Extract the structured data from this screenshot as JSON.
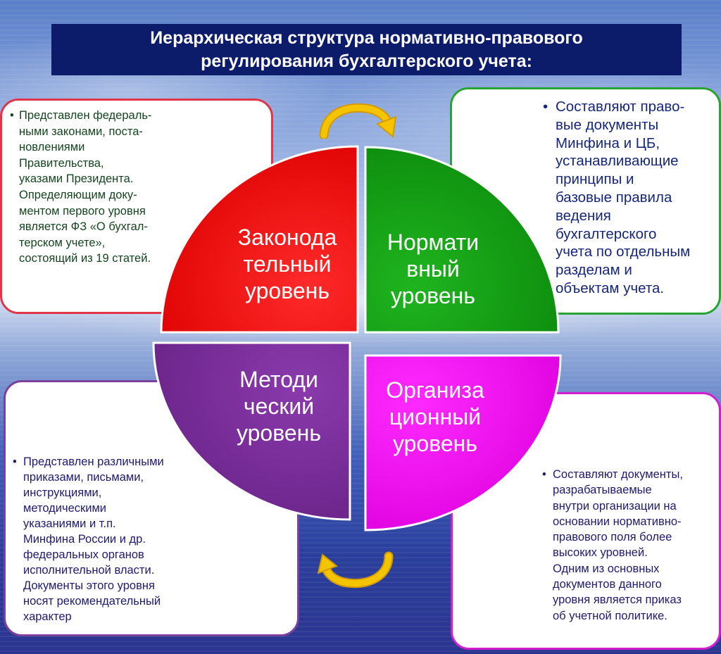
{
  "title": {
    "line1": "Иерархическая структура нормативно-правового",
    "line2": "регулирования бухгалтерского учета:"
  },
  "quadrants": {
    "legislative": {
      "label_lines": [
        "Законода",
        "тельный",
        "уровень"
      ],
      "color": "#f01010"
    },
    "normative": {
      "label_lines": [
        "Нормати",
        "вный",
        "уровень"
      ],
      "color": "#12a012"
    },
    "methodical": {
      "label_lines": [
        "Методи",
        "ческий",
        "уровень"
      ],
      "color": "#7a2f98"
    },
    "organizational": {
      "label_lines": [
        "Организа",
        "ционный",
        "уровень"
      ],
      "color": "#ee10ee"
    }
  },
  "boxes": {
    "legislative": {
      "lines": [
        "Представлен федераль-",
        "ными законами, поста-",
        "новлениями",
        "Правительства,",
        "указами Президента.",
        "Определяющим доку-",
        "ментом первого уровня",
        "является ФЗ «О бухгал-",
        "терском учете»,",
        "состоящий из 19 статей."
      ]
    },
    "normative": {
      "lines": [
        "Составляют право-",
        "вые документы",
        "Минфина и ЦБ,",
        "устанавливающие",
        "принципы и",
        "базовые правила",
        "ведения",
        "бухгалтерского",
        "учета по отдельным",
        "разделам и",
        "объектам учета."
      ]
    },
    "methodical": {
      "lines": [
        "Представлен различными",
        "приказами, письмами,",
        "инструкциями,",
        "методическими",
        "указаниями и т.п.",
        "Минфина России и др.",
        "федеральных органов",
        "исполнительной власти.",
        "Документы этого уровня",
        "носят рекомендательный",
        "характер"
      ]
    },
    "organizational": {
      "lines": [
        "Составляют документы,",
        "разрабатываемые",
        "внутри организации на",
        "основании нормативно-",
        "правового поля более",
        "высоких  уровней.",
        "Одним из основных",
        "документов данного",
        "уровня является приказ",
        "об учетной политике."
      ]
    }
  },
  "arrow_color": "#f5c400",
  "icons": [
    "cycle-arrow-top-icon",
    "cycle-arrow-bottom-icon"
  ]
}
